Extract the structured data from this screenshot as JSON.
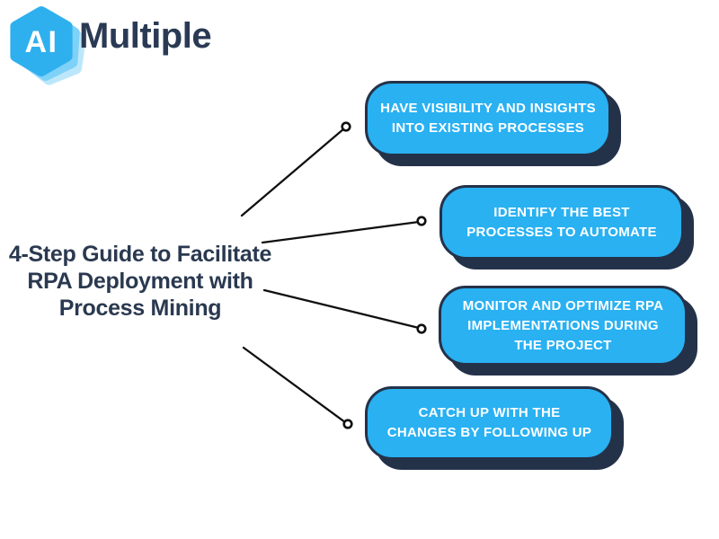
{
  "brand": {
    "logo_monogram": "AI",
    "logo_wordmark": "Multiple"
  },
  "title": "4-Step Guide to Facilitate\nRPA Deployment with\nProcess Mining",
  "steps": [
    {
      "label": "HAVE VISIBILITY AND INSIGHTS\nINTO EXISTING PROCESSES"
    },
    {
      "label": "IDENTIFY THE BEST\nPROCESSES TO AUTOMATE"
    },
    {
      "label": "MONITOR AND OPTIMIZE RPA\nIMPLEMENTATIONS DURING\nTHE PROJECT"
    },
    {
      "label": "CATCH UP WITH THE\nCHANGES BY FOLLOWING UP"
    }
  ],
  "colors": {
    "step_fill": "#29B1F2",
    "outline_navy": "#243249",
    "title_text": "#2A3950",
    "wordmark_text": "#2A3A54",
    "logo_blue": "#2EB0EF",
    "logo_echo_1": "#7ED1F7",
    "logo_echo_2": "#BCE7FB",
    "connector_black": "#101010",
    "step_text": "#FFFFFF",
    "background": "#FFFFFF"
  }
}
